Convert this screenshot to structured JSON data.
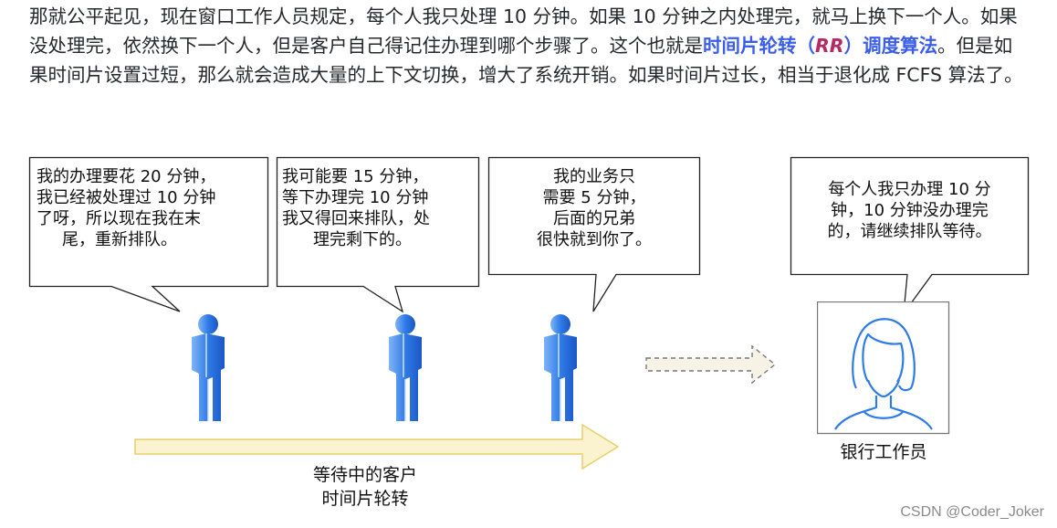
{
  "paragraph": {
    "lead": "那就公平起见，现在窗口工作人员规定，每个人我只处理 10 分钟。如果 10 分钟之内处理完，就马上换下一个人。如果没处理完，依然换下一个人，但是客户自己得记住办理到哪个步骤了。这个也就是",
    "highlight_a": "时间片轮转（",
    "highlight_em": "RR",
    "highlight_b": "）调度算法",
    "tail": "。但是如果时间片设置过短，那么就会造成大量的上下文切换，增大了系统开销。如果时间片过长，相当于退化成 FCFS 算法了。"
  },
  "bubbles": {
    "b1": [
      "我的办理要花 20 分钟，",
      "我已经被处理过 10 分钟",
      "了呀，所以现在我在末",
      "尾，重新排队。"
    ],
    "b2": [
      "我可能要 15 分钟，",
      "等下办理完 10 分钟",
      "我又得回来排队，处",
      "理完剩下的。"
    ],
    "b3": [
      "我的业务只",
      "需要 5 分钟，",
      "后面的兄弟",
      "很快就到你了。"
    ],
    "b4": [
      "每个人我只办理 10 分",
      "钟，10 分钟没办理完",
      "的，请继续排队等待。"
    ]
  },
  "labels": {
    "queue_line1": "等待中的客户",
    "queue_line2": "时间片轮转",
    "worker": "银行工作员"
  },
  "watermark": "CSDN @Coder_Joker",
  "icons": {
    "customer": "person-icon",
    "worker": "female-avatar-icon",
    "queue_arrow": "yellow-arrow-icon",
    "dashed_arrow": "dashed-arrow-icon"
  },
  "colors": {
    "link_blue": "#3b5ee8",
    "rr_magenta": "#b52a63",
    "person_blue": "#2f7be8",
    "arrow_fill": "#fbf3d0",
    "arrow_stroke": "#e8cf6a"
  }
}
